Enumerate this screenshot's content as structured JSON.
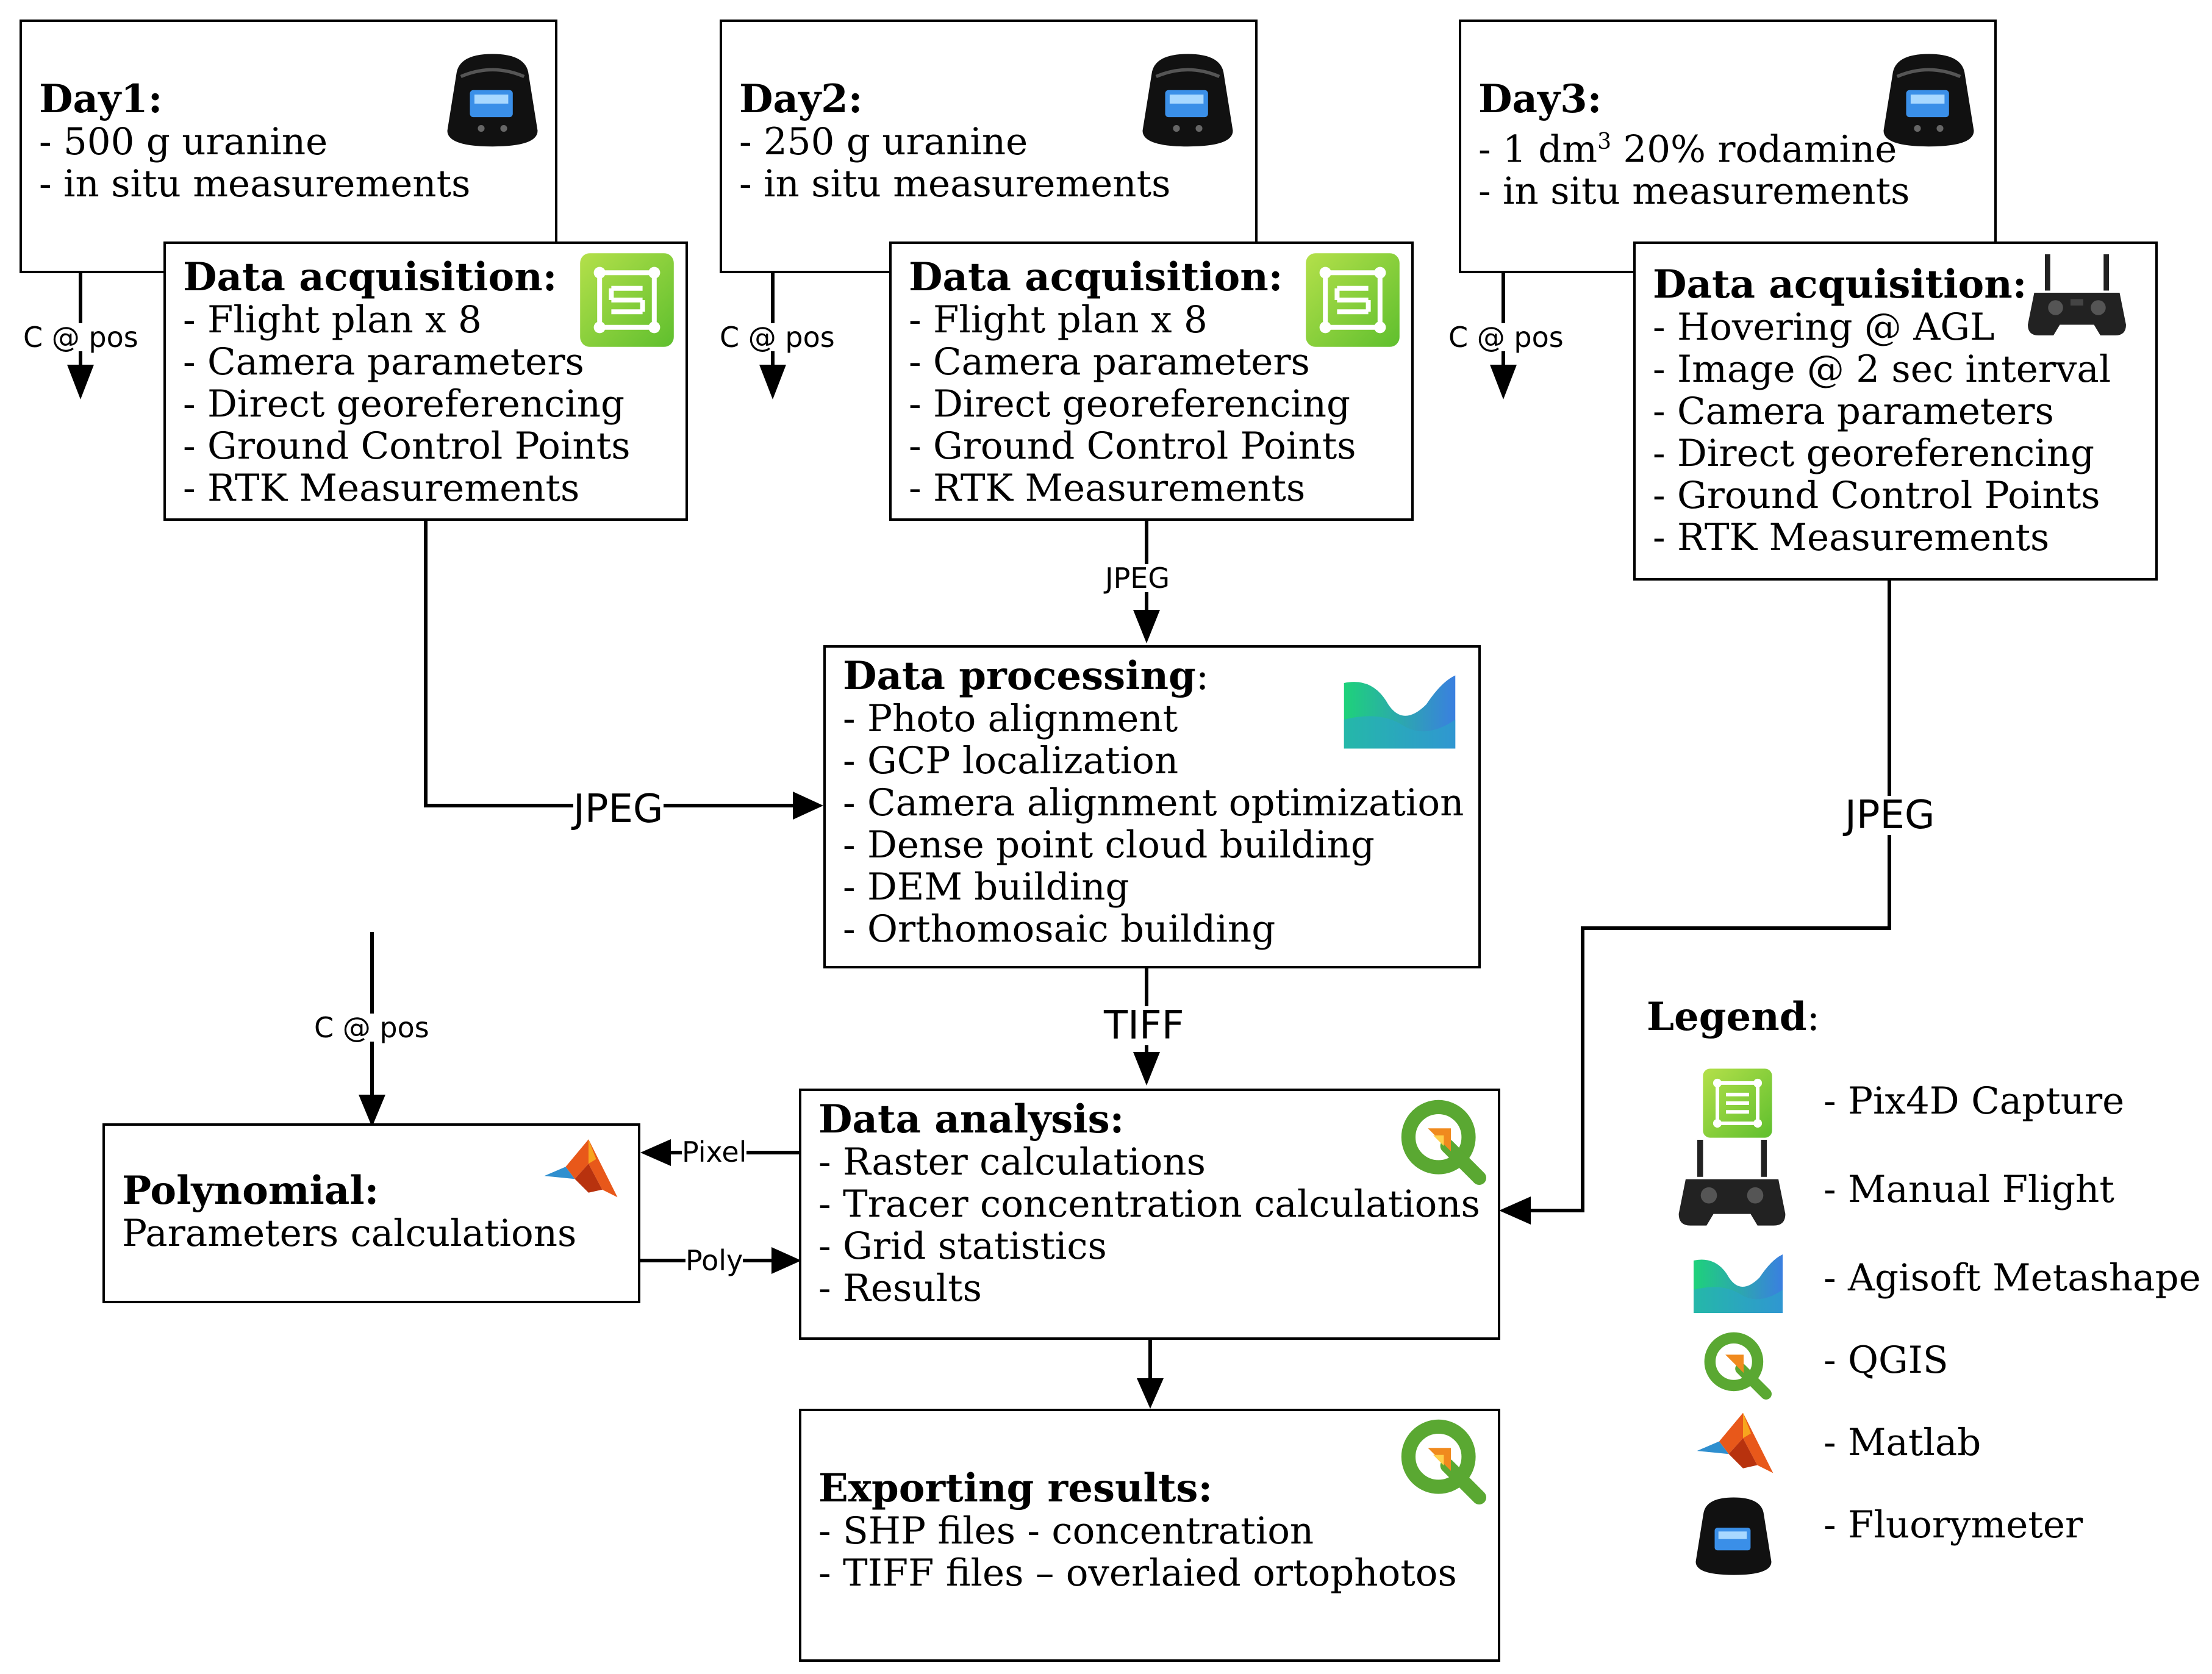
{
  "day1": {
    "title": "Day1:",
    "lines": [
      "- 500 g uranine",
      "- in situ measurements"
    ]
  },
  "day2": {
    "title": "Day2:",
    "lines": [
      "- 250 g uranine",
      "- in situ measurements"
    ]
  },
  "day3": {
    "title": "Day3:",
    "line1_a": "- 1 dm",
    "line1_sup": "3",
    "line1_b": " 20% rodamine",
    "line2": "- in situ measurements"
  },
  "acq1": {
    "title": "Data acquisition:",
    "lines": [
      "- Flight plan x 8",
      "- Camera parameters",
      "- Direct georeferencing",
      "- Ground Control Points",
      "- RTK Measurements"
    ]
  },
  "acq2": {
    "title": "Data acquisition:",
    "lines": [
      "- Flight plan x 8",
      "- Camera parameters",
      "- Direct georeferencing",
      "- Ground Control Points",
      "- RTK Measurements"
    ]
  },
  "acq3": {
    "title": "Data acquisition:",
    "lines": [
      "- Hovering @ AGL",
      "- Image @ 2 sec interval",
      "- Camera parameters",
      "- Direct georeferencing",
      "- Ground Control Points",
      "- RTK Measurements"
    ]
  },
  "processing": {
    "title": "Data processing",
    "colon": ":",
    "lines": [
      "- Photo alignment",
      "- GCP localization",
      "- Camera alignment optimization",
      "- Dense point cloud building",
      "- DEM building",
      "- Orthomosaic building"
    ]
  },
  "analysis": {
    "title": "Data analysis:",
    "lines": [
      "- Raster calculations",
      "- Tracer concentration calculations",
      "- Grid statistics",
      "- Results"
    ]
  },
  "polynomial": {
    "title": "Polynomial:",
    "lines": [
      "Parameters calculations"
    ]
  },
  "exporting": {
    "title": "Exporting results:",
    "lines": [
      "- SHP files - concentration",
      "- TIFF files – overlaied ortophotos"
    ]
  },
  "labels": {
    "cpos": "C @ pos",
    "jpeg": "JPEG",
    "tiff": "TIFF",
    "pixel": "Pixel",
    "poly": "Poly"
  },
  "legend": {
    "title": "Legend",
    "colon": ":",
    "items": [
      "- Pix4D Capture",
      "- Manual Flight",
      "- Agisoft Metashape",
      "- QGIS",
      "- Matlab",
      "- Fluorymeter"
    ]
  },
  "icons": {
    "pix4d": "pix4d-capture-icon",
    "drone_controller": "drone-controller-icon",
    "metashape": "agisoft-metashape-icon",
    "qgis": "qgis-icon",
    "matlab": "matlab-icon",
    "fluorometer": "fluorometer-icon"
  },
  "colors": {
    "pix4d": "#8cd23c",
    "metashape_a": "#1ed27a",
    "metashape_b": "#3a7fe0",
    "qgis_green": "#5aa832",
    "qgis_orange": "#f08a1e",
    "matlab_orange": "#e8581a"
  }
}
